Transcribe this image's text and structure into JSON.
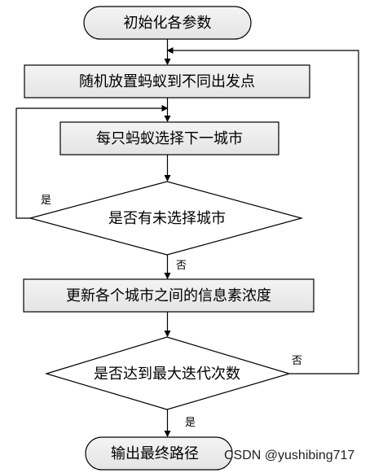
{
  "nodes": {
    "start": "初始化各参数",
    "place": "随机放置蚂蚁到不同出发点",
    "select": "每只蚂蚁选择下一城市",
    "decision1": "是否有未选择城市",
    "update": "更新各个城市之间的信息素浓度",
    "decision2": "是否达到最大迭代次数",
    "end": "输出最终路径"
  },
  "edge_labels": {
    "d1_yes": "是",
    "d1_no": "否",
    "d2_no": "否",
    "d2_yes": "是"
  },
  "watermark": "CSDN @yushibing717",
  "colors": {
    "box_fill": "#ececec",
    "decision_fill": "#ffffff",
    "line": "#000000"
  }
}
